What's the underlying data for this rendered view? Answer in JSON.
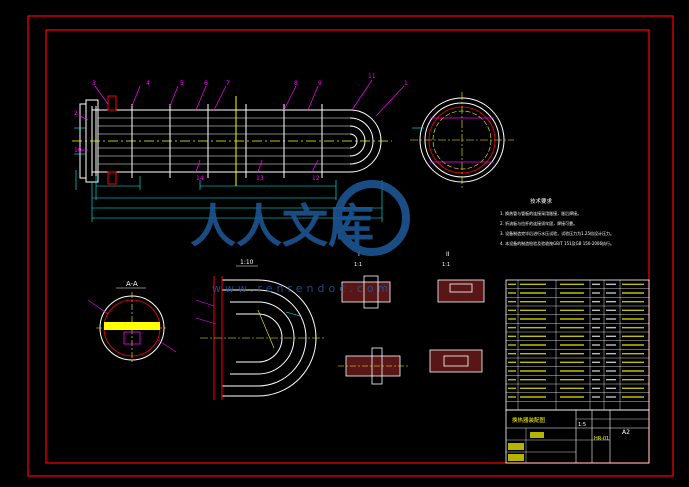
{
  "balloons": [
    "1",
    "2",
    "3",
    "4",
    "5",
    "6",
    "7",
    "8",
    "9",
    "10",
    "11",
    "12",
    "13",
    "14"
  ],
  "views": {
    "section_aa": "A-A",
    "scale_head": "1:10",
    "detail_1": "I",
    "detail_2": "II",
    "scale_1": "1:1",
    "scale_2": "1:1"
  },
  "tech_notes": {
    "title": "技术要求",
    "lines": [
      "1. 换热管与管板的连接采用胀接，胀后焊接。",
      "2. 折流板与拉杆的连接须牢固，焊接可靠。",
      "3. 设备制造完毕后进行水压试验，试验压力为1.25倍设计压力。",
      "4. 本设备的制造检验及验收按GB/T 151及GB 150-2006执行。"
    ]
  },
  "title_block": {
    "name": "换热器装配图",
    "scale": "1:5",
    "sheet": "A2",
    "drawing_no": "HR-01"
  },
  "watermark": {
    "text": "人人文库",
    "url": "www.renrendoc.com"
  },
  "colors": {
    "background": "#000000",
    "border": "#ff0000",
    "outline": "#ffffff",
    "balloon": "#ff00ff",
    "dimension": "#00ffff",
    "centerline": "#ffff00",
    "hatch": "#ff4040",
    "watermark": "#1e5a9a"
  }
}
